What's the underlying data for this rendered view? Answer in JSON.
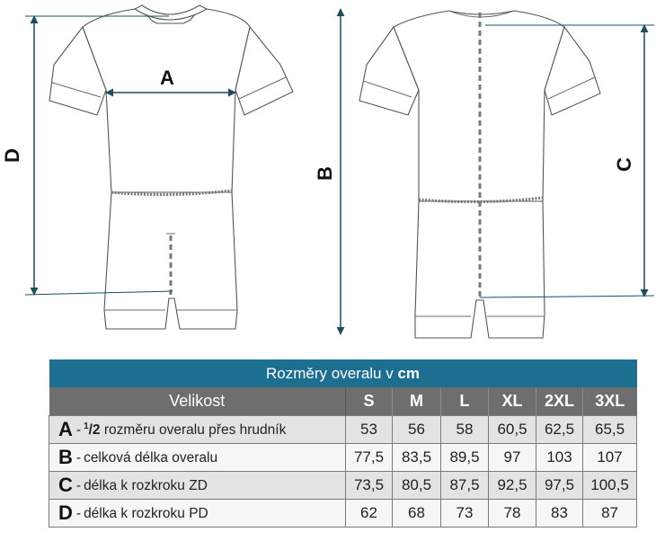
{
  "diagram": {
    "labels": {
      "A": "A",
      "B": "B",
      "C": "C",
      "D": "D"
    }
  },
  "table": {
    "title": "Rozměry overalu v",
    "title_unit": "cm",
    "size_header": "Velikost",
    "sizes": [
      "S",
      "M",
      "L",
      "XL",
      "2XL",
      "3XL"
    ],
    "rows": [
      {
        "letter": "A",
        "half_num": "1",
        "half_den": "/2",
        "description": "rozměru overalu přes hrudník",
        "values": [
          "53",
          "56",
          "58",
          "60,5",
          "62,5",
          "65,5"
        ]
      },
      {
        "letter": "B",
        "description": "celková délka overalu",
        "values": [
          "77,5",
          "83,5",
          "89,5",
          "97",
          "103",
          "107"
        ]
      },
      {
        "letter": "C",
        "description": "délka k rozkroku ZD",
        "values": [
          "73,5",
          "80,5",
          "87,5",
          "92,5",
          "97,5",
          "100,5"
        ]
      },
      {
        "letter": "D",
        "description": "délka k rozkroku PD",
        "values": [
          "62",
          "68",
          "73",
          "78",
          "83",
          "87"
        ]
      }
    ]
  },
  "colors": {
    "accent_blue": "#1d6f92",
    "header_gray": "#6e6e6e",
    "measure_line": "#1c4d5e"
  }
}
